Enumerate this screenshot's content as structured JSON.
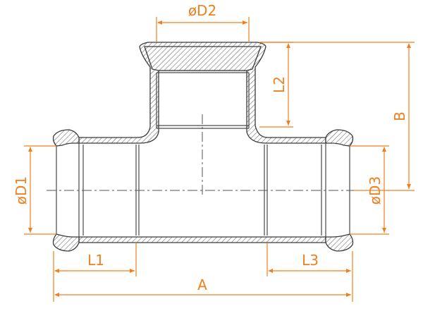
{
  "labels": {
    "d2": "øD2",
    "l2": "L2",
    "b": "B",
    "d1": "øD1",
    "d3": "øD3",
    "l1": "L1",
    "l3": "L3",
    "a": "A"
  },
  "colors": {
    "dimension": "#f0801e",
    "outline": "#3a3a3a"
  }
}
